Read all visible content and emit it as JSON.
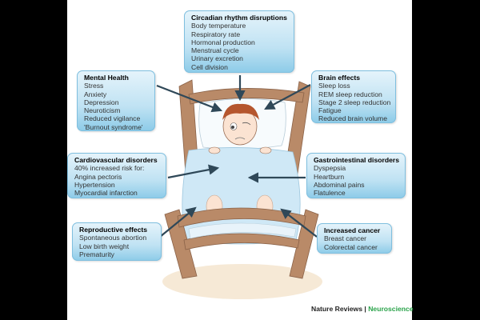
{
  "boxes": {
    "circadian": {
      "title": "Circadian rhythm disruptions",
      "items": [
        "Body temperature",
        "Respiratory rate",
        "Hormonal production",
        "Menstrual cycle",
        "Urinary excretion",
        "Cell division"
      ]
    },
    "mental": {
      "title": "Mental Health",
      "items": [
        "Stress",
        "Anxiety",
        "Depression",
        "Neuroticism",
        "Reduced vigilance",
        "'Burnout syndrome'"
      ]
    },
    "brain": {
      "title": "Brain effects",
      "items": [
        "Sleep loss",
        "REM sleep reduction",
        "Stage 2 sleep reduction",
        "Fatigue",
        "Reduced brain volume"
      ]
    },
    "cardio": {
      "title": "Cardiovascular disorders",
      "items": [
        "40% increased risk for:",
        "Angina pectoris",
        "Hypertension",
        "Myocardial infarction"
      ]
    },
    "gastro": {
      "title": "Gastrointestinal disorders",
      "items": [
        "Dyspepsia",
        "Heartburn",
        "Abdominal pains",
        "Flatulence"
      ]
    },
    "repro": {
      "title": "Reproductive effects",
      "items": [
        "Spontaneous abortion",
        "Low birth weight",
        "Prematurity"
      ]
    },
    "cancer": {
      "title": "Increased cancer",
      "items": [
        "Breast cancer",
        "Colorectal cancer"
      ]
    }
  },
  "footer": {
    "publisher": "Nature Reviews",
    "separator": " | ",
    "journal": "Neuroscience"
  },
  "colors": {
    "arrow": "#2f4858",
    "box_border": "#7fbfdf",
    "journal_accent": "#2aa34a",
    "bed_wood": "#b98a68",
    "blanket": "#cfe8f6"
  }
}
